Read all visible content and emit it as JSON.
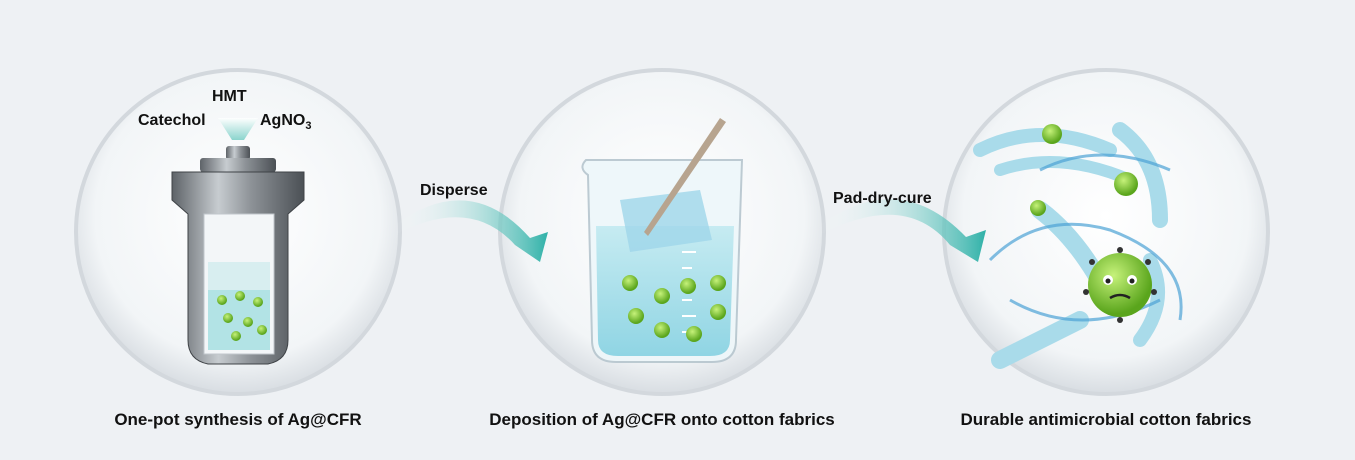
{
  "panels": [
    {
      "caption": "One-pot synthesis of Ag@CFR",
      "reagents": {
        "top": "HMT",
        "left": "Catechol",
        "right_main": "AgNO",
        "right_sub": "3"
      }
    },
    {
      "caption": "Deposition of Ag@CFR onto cotton fabrics"
    },
    {
      "caption": "Durable antimicrobial cotton fabrics"
    }
  ],
  "arrows": [
    {
      "label": "Disperse"
    },
    {
      "label": "Pad-dry-cure"
    }
  ],
  "colors": {
    "background": "#eef1f4",
    "arrow": "#2fb1a8",
    "particle": "#8fd43a",
    "water": "#7fcfe0",
    "autoclave_steel": "#8a8f94"
  }
}
